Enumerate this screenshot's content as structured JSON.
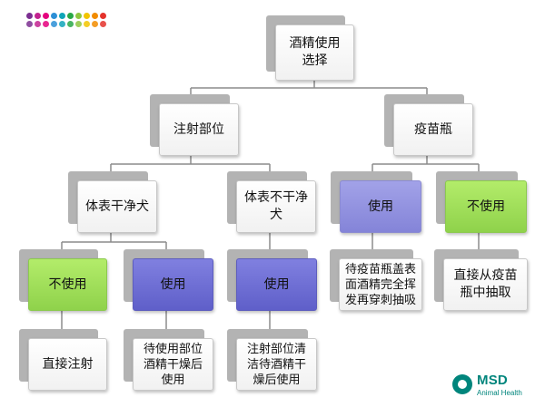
{
  "colors": {
    "connector": "#8c8c8c",
    "dots": [
      "#7b2f91",
      "#c2228f",
      "#e5007e",
      "#2c8fd6",
      "#0fa5b8",
      "#29a846",
      "#8dc63f",
      "#f2c500",
      "#f28c00",
      "#e4322b"
    ]
  },
  "nodes": {
    "root": "酒精使用\n选择",
    "injection_site": "注射部位",
    "vaccine_bottle": "疫苗瓶",
    "clean_surface_dog": "体表干净犬",
    "dirty_surface_dog": "体表不干净\n犬",
    "bottle_use": "使用",
    "bottle_no_use": "不使用",
    "clean_no_use": "不使用",
    "clean_use": "使用",
    "dirty_use": "使用",
    "bottle_use_detail": "待疫苗瓶盖表\n面酒精完全挥\n发再穿刺抽吸",
    "bottle_no_use_detail": "直接从疫苗\n瓶中抽取",
    "clean_no_use_detail": "直接注射",
    "clean_use_detail": "待使用部位\n酒精干燥后\n使用",
    "dirty_use_detail": "注射部位清\n洁待酒精干\n燥后使用"
  },
  "logo": {
    "name": "MSD",
    "subtitle": "Animal Health"
  }
}
